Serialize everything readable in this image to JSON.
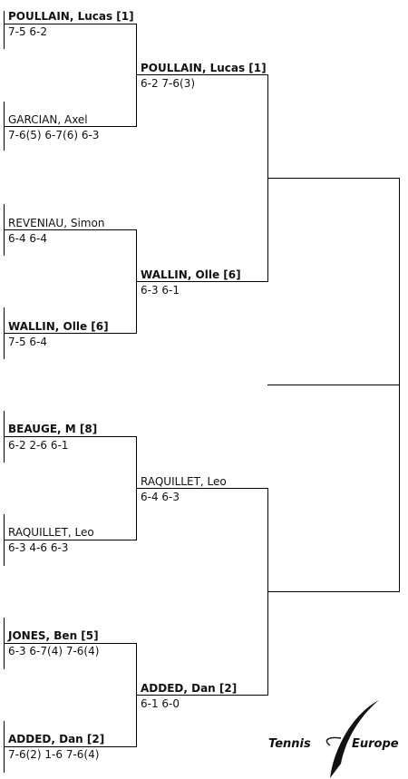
{
  "round1": [
    {
      "player": "POULLAIN, Lucas [1]",
      "score": "7-5 6-2",
      "winner": true
    },
    {
      "player": "GARCIAN, Axel",
      "score": "7-6(5) 6-7(6) 6-3",
      "winner": false
    },
    {
      "player": "REVENIAU, Simon",
      "score": "6-4 6-4",
      "winner": false
    },
    {
      "player": "WALLIN, Olle [6]",
      "score": "7-5 6-4",
      "winner": true
    },
    {
      "player": "BEAUGE, M [8]",
      "score": "6-2 2-6 6-1",
      "winner": true
    },
    {
      "player": "RAQUILLET, Leo",
      "score": "6-3 4-6 6-3",
      "winner": false
    },
    {
      "player": "JONES, Ben [5]",
      "score": "6-3 6-7(4) 7-6(4)",
      "winner": true
    },
    {
      "player": "ADDED, Dan [2]",
      "score": "7-6(2) 1-6 7-6(4)",
      "winner": true
    }
  ],
  "round2": [
    {
      "player": "POULLAIN, Lucas [1]",
      "score": "6-2 7-6(3)",
      "winner": true
    },
    {
      "player": "WALLIN, Olle [6]",
      "score": "6-3 6-1",
      "winner": true
    },
    {
      "player": "RAQUILLET, Leo",
      "score": "6-4 6-3",
      "winner": false
    },
    {
      "player": "ADDED, Dan [2]",
      "score": "6-1 6-0",
      "winner": true
    }
  ],
  "logo": {
    "word1": "Tennis",
    "word2": "Europe"
  }
}
